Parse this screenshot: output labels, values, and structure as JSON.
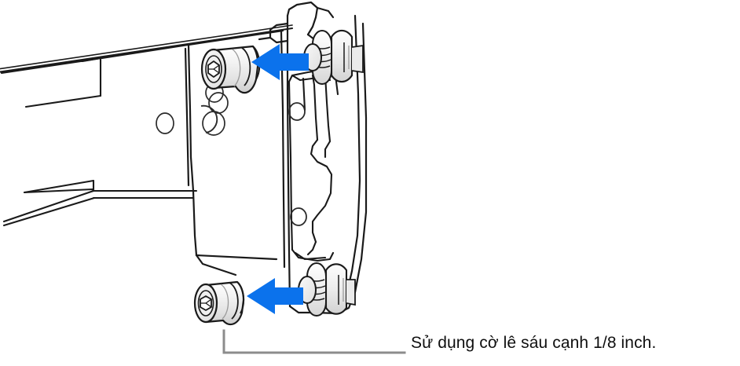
{
  "illustration": {
    "title": "Rack rail bracket screw installation diagram",
    "colors": {
      "outline": "#1a1a1a",
      "metal_light": "#f2f2f2",
      "metal_mid": "#e0e0e0",
      "metal_shadow": "#c9c9c9",
      "arrow_blue": "#0b72ec",
      "leader_gray": "#8c8c8c",
      "background": "#ffffff",
      "text": "#0f0f0f"
    },
    "parts": [
      {
        "name": "rail",
        "label": "Server rack rail",
        "position": "left"
      },
      {
        "name": "bracket",
        "label": "Mounting bracket plate",
        "position": "center-right"
      },
      {
        "name": "upper-loose-screw",
        "label": "Upper hex socket screw (detached)",
        "position": "upper-left-of-bracket"
      },
      {
        "name": "upper-installed-screw",
        "label": "Upper threaded screw in bracket hole",
        "position": "upper-right"
      },
      {
        "name": "lower-loose-screw",
        "label": "Lower hex socket screw (detached)",
        "position": "lower-left-of-bracket"
      },
      {
        "name": "lower-installed-screw",
        "label": "Lower threaded screw in bracket hole",
        "position": "lower-right"
      }
    ],
    "arrows": [
      {
        "name": "upper-insertion-arrow",
        "direction": "left",
        "meaning": "Insert screw toward the rail"
      },
      {
        "name": "lower-insertion-arrow",
        "direction": "left",
        "meaning": "Insert screw toward the rail"
      }
    ]
  },
  "callout": {
    "caption": "Sử dụng cờ lê sáu cạnh 1/8 inch.",
    "leader_from": "lower-loose-screw",
    "leader_shape": "L-shaped"
  }
}
